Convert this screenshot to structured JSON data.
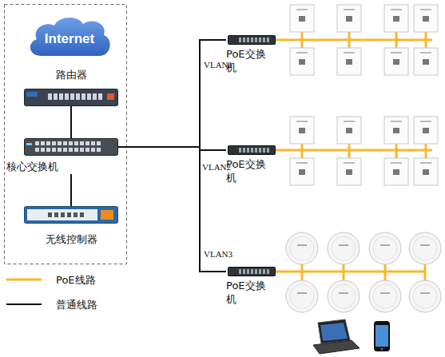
{
  "diagram": {
    "nodes": [
      {
        "text": [
          "Internet"
        ]
      },
      {
        "text": [
          "路由器"
        ]
      },
      {
        "text": [
          "核心交换机"
        ]
      },
      {
        "text": [
          "无线控制器"
        ]
      },
      {
        "text": [
          "PoE交换机"
        ]
      },
      {
        "text": [
          "PoE交换机"
        ]
      },
      {
        "text": [
          "PoE交换机"
        ]
      }
    ],
    "edges": [
      {
        "from": 1,
        "to": 2,
        "arrow": "none"
      },
      {
        "from": 2,
        "to": 3,
        "arrow": "none"
      },
      {
        "from": 2,
        "to": 4,
        "arrow": "none",
        "label": "VLAN1"
      },
      {
        "from": 2,
        "to": 5,
        "arrow": "none",
        "label": "VLAN2"
      },
      {
        "from": 2,
        "to": 6,
        "arrow": "none",
        "label": "VLAN3"
      }
    ],
    "legend": [
      {
        "text": "PoE线路"
      },
      {
        "text": "普通线路"
      }
    ]
  }
}
